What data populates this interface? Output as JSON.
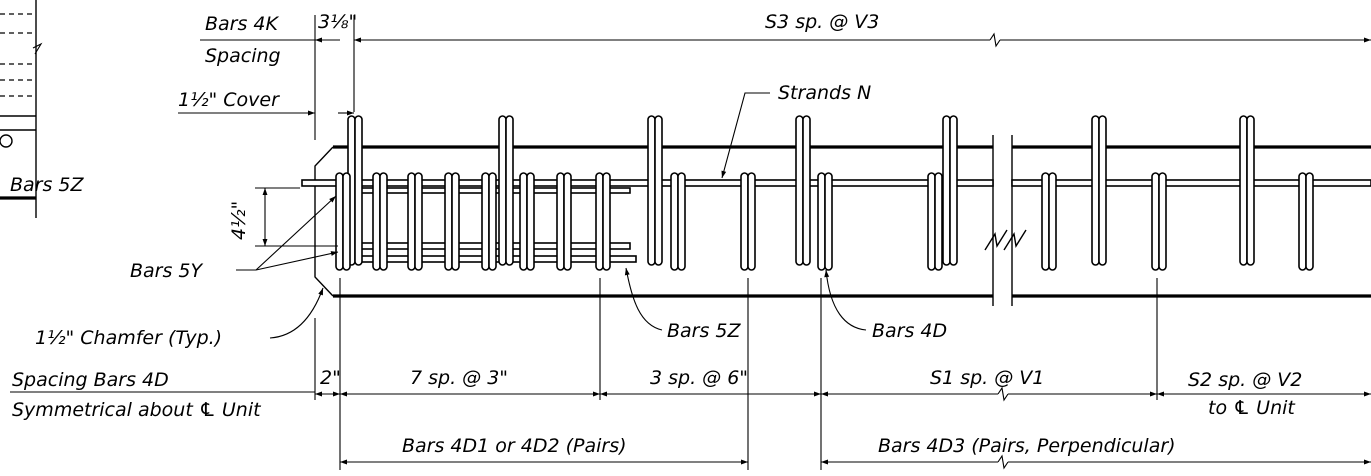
{
  "labels": {
    "bars_4k": "Bars 4K",
    "spacing": "Spacing",
    "dim_3_1_8": "3⅛\"",
    "s3_spacing": "S3 sp. @ V3",
    "cover": "1½\" Cover",
    "strands": "Strands N",
    "bars_5z_left": "Bars 5Z",
    "dim_4_1_2": "4½\"",
    "bars_5y": "Bars 5Y",
    "chamfer": "1½\" Chamfer (Typ.)",
    "bars_5z": "Bars 5Z",
    "bars_4d": "Bars 4D",
    "spacing_bars_4d": "Spacing Bars 4D",
    "symmetrical": "Symmetrical about ℄ Unit",
    "dim_2": "2\"",
    "seven_sp": "7 sp. @ 3\"",
    "three_sp": "3 sp. @ 6\"",
    "s1_spacing": "S1 sp. @ V1",
    "s2_spacing": "S2 sp. @ V2",
    "to_cl_unit": "to ℄ Unit",
    "bars_4d1_4d2": "Bars 4D1 or 4D2 (Pairs)",
    "bars_4d3": "Bars 4D3 (Pairs, Perpendicular)"
  }
}
